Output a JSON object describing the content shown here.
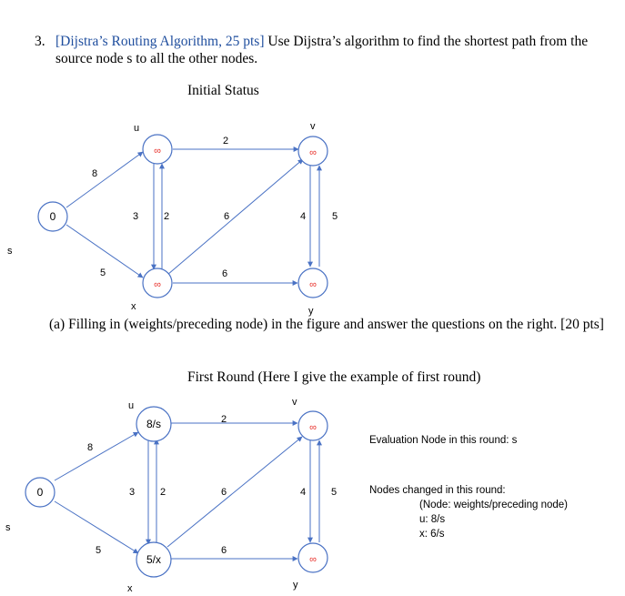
{
  "question": {
    "number": "3.",
    "tag": "[Dijstra’s Routing Algorithm, 25 pts]",
    "text": " Use Dijstra’s algorithm to find the shortest path from the source node s to all the other nodes."
  },
  "initial_status": {
    "heading": "Initial Status",
    "node_labels": {
      "s": "s",
      "u": "u",
      "v": "v",
      "x": "x",
      "y": "y"
    },
    "node_values": {
      "s": "0",
      "u": "∞",
      "v": "∞",
      "x": "∞",
      "y": "∞"
    },
    "edge_weights": {
      "s_u": "8",
      "s_x": "5",
      "u_v": "2",
      "u_x": "3",
      "x_u": "2",
      "x_v": "6",
      "x_y": "6",
      "v_y": "4",
      "y_v": "5"
    }
  },
  "part_a": {
    "text": "(a) Filling in (weights/preceding node) in the figure and answer the questions on the right. [20 pts]"
  },
  "first_round": {
    "heading": "First Round (Here I give the example of first round)",
    "node_labels": {
      "s": "s",
      "u": "u",
      "v": "v",
      "x": "x",
      "y": "y"
    },
    "node_values": {
      "s": "0",
      "u": "8/s",
      "v": "∞",
      "x": "5/x",
      "y": "∞"
    },
    "edge_weights": {
      "s_u": "8",
      "s_x": "5",
      "u_v": "2",
      "u_x": "3",
      "x_u": "2",
      "x_v": "6",
      "x_y": "6",
      "v_y": "4",
      "y_v": "5"
    },
    "evaluation": "Evaluation Node in this round: s",
    "changed_title": "Nodes changed in this round:",
    "changed_format": "(Node: weights/preceding node)",
    "changed_items": [
      "u: 8/s",
      "x: 6/s"
    ]
  },
  "colors": {
    "edge": "#4a72c4",
    "node_border": "#4a72c4",
    "infinity": "#e8302a",
    "tag": "#1f4e9e"
  }
}
